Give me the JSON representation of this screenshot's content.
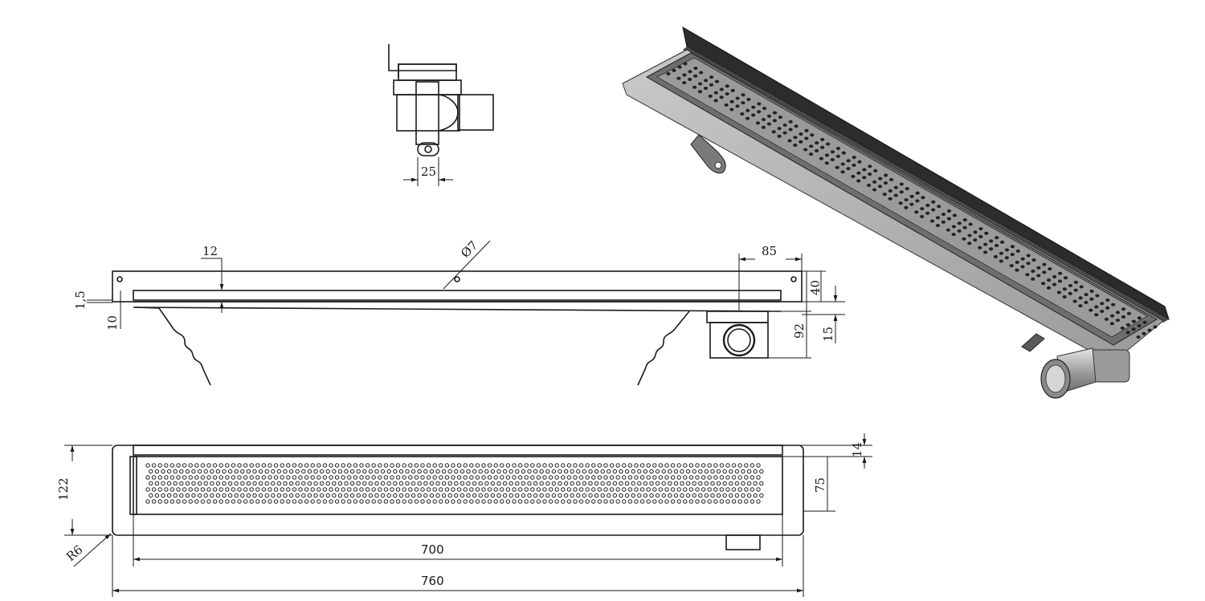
{
  "diagram": {
    "top_view_dims": {
      "pipe_width": "25"
    },
    "side_view_dims": {
      "grate_offset": "12",
      "hole_diameter": "Ø7",
      "outlet_offset": "85",
      "flange_height": "40",
      "top_gap": "1,5",
      "grate_thickness": "10",
      "outlet_height": "92",
      "outlet_pipe_offset": "15"
    },
    "plan_view_dims": {
      "total_width": "122",
      "corner_radius": "R6",
      "edge_width": "14",
      "grate_width": "75",
      "grate_length": "700",
      "total_length": "760"
    },
    "colors": {
      "line": "#1a1a1a",
      "steel_dark": "#3a3a3a",
      "steel_mid": "#8c8c8c",
      "steel_light": "#c4c4c4"
    }
  }
}
